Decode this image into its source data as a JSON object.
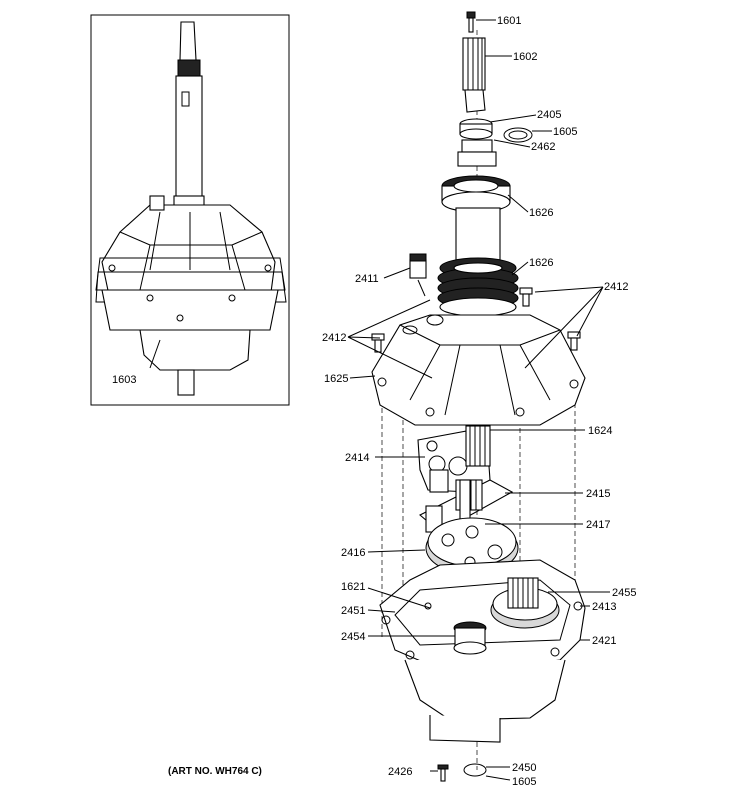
{
  "art_number": "(ART NO. WH764 C)",
  "inset": {
    "label": "1603"
  },
  "callouts": {
    "c1601": "1601",
    "c1602": "1602",
    "c2405": "2405",
    "c1605a": "1605",
    "c2462": "2462",
    "c1626a": "1626",
    "c1626b": "1626",
    "c2411": "2411",
    "c2412a": "2412",
    "c2412b": "2412",
    "c1625": "1625",
    "c1624": "1624",
    "c2414": "2414",
    "c2415": "2415",
    "c2417": "2417",
    "c2416": "2416",
    "c1621": "1621",
    "c2455": "2455",
    "c2413": "2413",
    "c2451": "2451",
    "c2454": "2454",
    "c2421": "2421",
    "c2450": "2450",
    "c2426": "2426",
    "c1605b": "1605"
  }
}
